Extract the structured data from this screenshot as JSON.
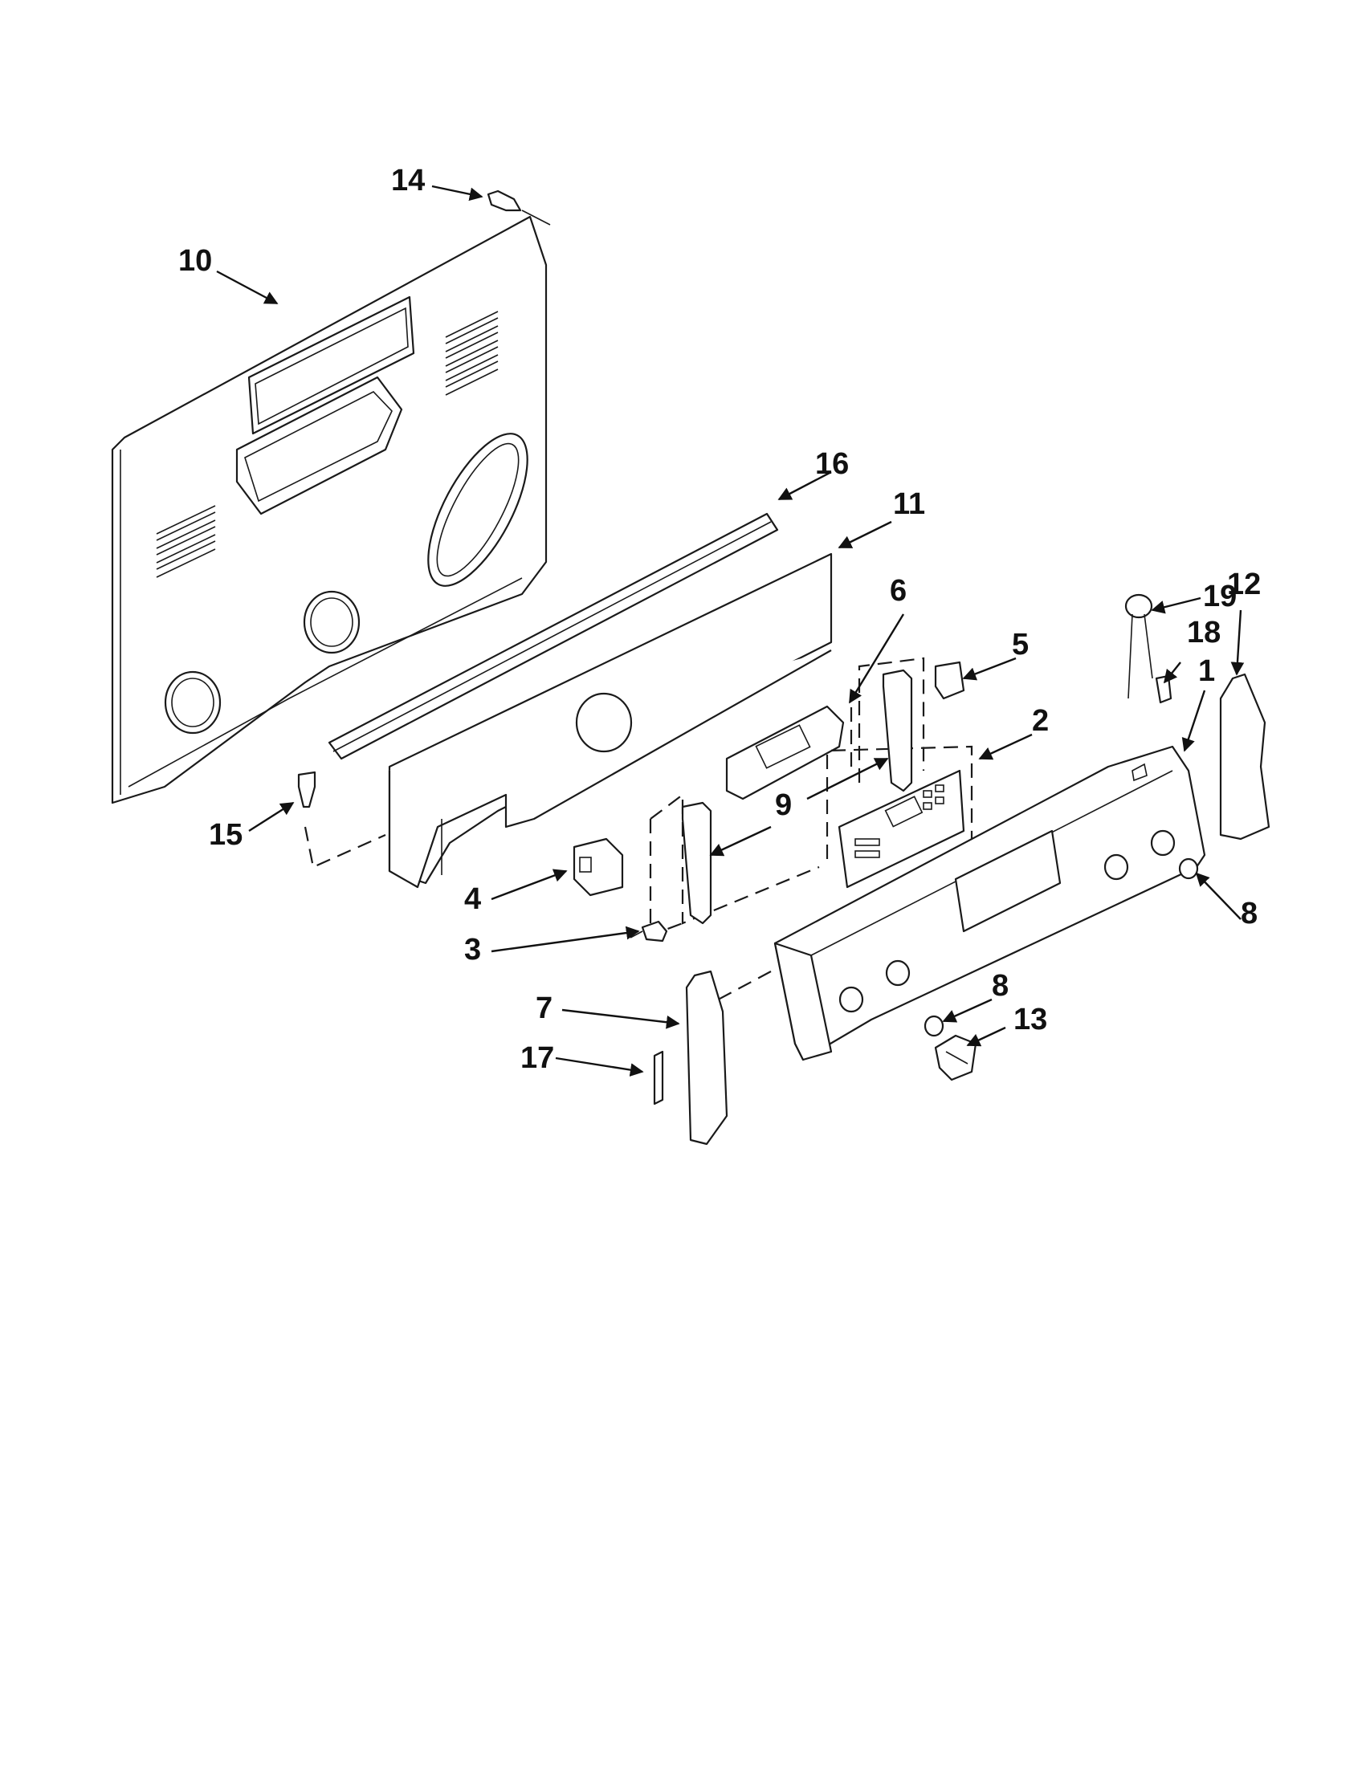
{
  "callouts": [
    {
      "id": "1",
      "text": "1"
    },
    {
      "id": "2",
      "text": "2"
    },
    {
      "id": "3",
      "text": "3"
    },
    {
      "id": "4",
      "text": "4"
    },
    {
      "id": "5",
      "text": "5"
    },
    {
      "id": "6",
      "text": "6"
    },
    {
      "id": "7",
      "text": "7"
    },
    {
      "id": "8a",
      "text": "8"
    },
    {
      "id": "8b",
      "text": "8"
    },
    {
      "id": "9",
      "text": "9"
    },
    {
      "id": "10",
      "text": "10"
    },
    {
      "id": "11",
      "text": "11"
    },
    {
      "id": "12",
      "text": "12"
    },
    {
      "id": "13",
      "text": "13"
    },
    {
      "id": "14",
      "text": "14"
    },
    {
      "id": "15",
      "text": "15"
    },
    {
      "id": "16",
      "text": "16"
    },
    {
      "id": "17",
      "text": "17"
    },
    {
      "id": "18",
      "text": "18"
    },
    {
      "id": "19",
      "text": "19"
    }
  ]
}
